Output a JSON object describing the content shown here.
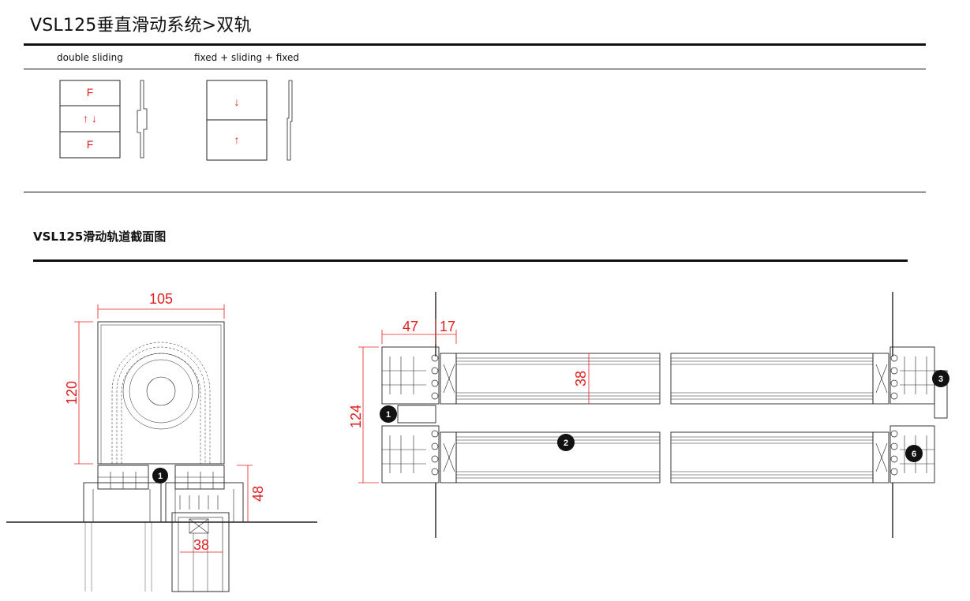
{
  "header": {
    "title": "VSL125垂直滑动系统>双轨"
  },
  "types": [
    {
      "label": "double sliding",
      "panels": [
        "F",
        "↑ ↓",
        "F"
      ]
    },
    {
      "label": "fixed + sliding + fixed",
      "panels": [
        "↓",
        "↑"
      ]
    }
  ],
  "section": {
    "title": "VSL125滑动轨道截面图"
  },
  "left_drawing": {
    "dims": {
      "width": "105",
      "height": "120",
      "bottom": "48",
      "inner": "38"
    },
    "badges": [
      "1"
    ]
  },
  "right_drawing": {
    "dims": {
      "a": "47",
      "b": "17",
      "c": "38",
      "total": "124"
    },
    "badges": [
      "1",
      "2",
      "3",
      "6"
    ]
  },
  "colors": {
    "dimension": "#e02020",
    "line": "#111111"
  }
}
